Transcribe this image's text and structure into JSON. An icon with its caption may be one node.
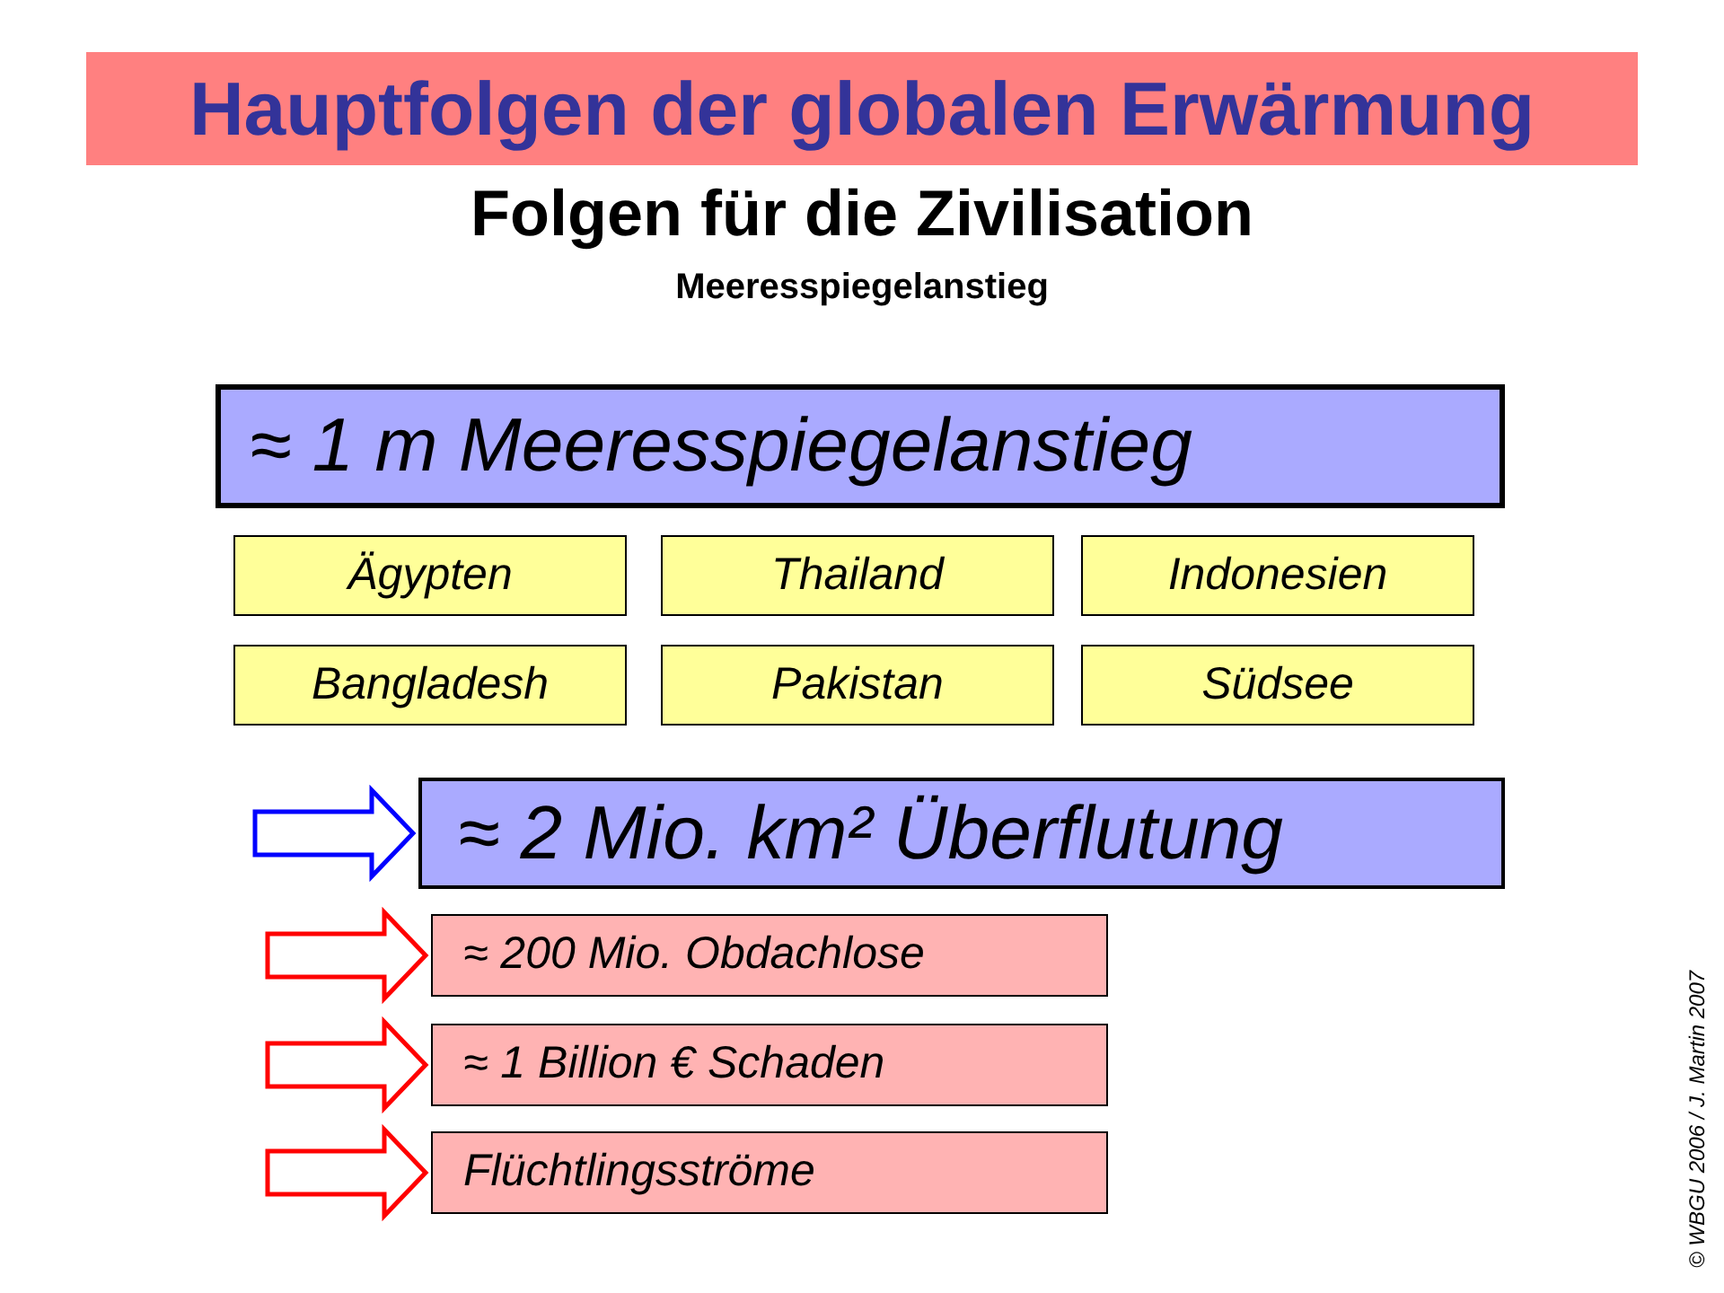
{
  "diagram": {
    "title": "Hauptfolgen der globalen Erwärmung",
    "nodes": [
      {
        "text": [
          "≈ 1 m Meeresspiegelanstieg"
        ]
      },
      {
        "text": [
          "Ägypten"
        ]
      },
      {
        "text": [
          "Thailand"
        ]
      },
      {
        "text": [
          "Indonesien"
        ]
      },
      {
        "text": [
          "Bangladesh"
        ]
      },
      {
        "text": [
          "Pakistan"
        ]
      },
      {
        "text": [
          "Südsee"
        ]
      },
      {
        "text": [
          "≈ 2 Mio. km² Überflutung"
        ]
      },
      {
        "text": [
          "≈ 200 Mio. Obdachlose"
        ]
      },
      {
        "text": [
          "≈ 1 Billion € Schaden"
        ]
      },
      {
        "text": [
          "Flüchtlingsströme"
        ]
      }
    ],
    "edges": [
      {
        "from": null,
        "to": 7,
        "arrow": "to",
        "color": "#0000ff"
      },
      {
        "from": null,
        "to": 8,
        "arrow": "to"
      },
      {
        "from": null,
        "to": 9,
        "arrow": "to"
      },
      {
        "from": null,
        "to": 10,
        "arrow": "to"
      }
    ],
    "labels": [
      "Folgen für die Zivilisation",
      "Meeresspiegelanstieg",
      "© WBGU 2006 / J. Martin 2007"
    ]
  }
}
